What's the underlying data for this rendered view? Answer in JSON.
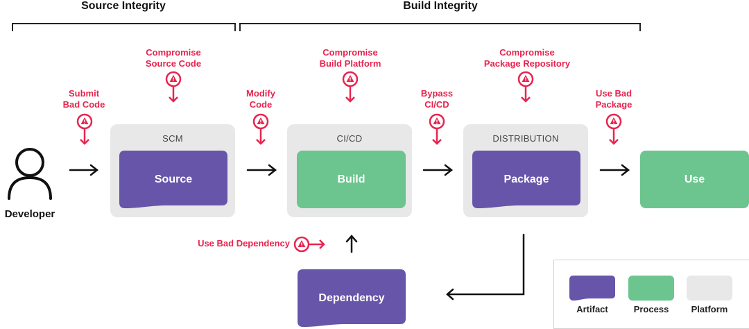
{
  "headings": {
    "source_integrity": "Source Integrity",
    "build_integrity": "Build Integrity"
  },
  "developer": {
    "label": "Developer"
  },
  "stages": {
    "scm": {
      "container_label": "SCM",
      "artifact_label": "Source"
    },
    "cicd": {
      "container_label": "CI/CD",
      "process_label": "Build"
    },
    "distribution": {
      "container_label": "DISTRIBUTION",
      "artifact_label": "Package"
    },
    "use": {
      "process_label": "Use"
    },
    "dependency": {
      "artifact_label": "Dependency"
    }
  },
  "threats": {
    "submit_bad_code": [
      "Submit",
      "Bad Code"
    ],
    "compromise_source": [
      "Compromise",
      "Source Code"
    ],
    "modify_code": [
      "Modify",
      "Code"
    ],
    "compromise_build": [
      "Compromise",
      "Build Platform"
    ],
    "bypass_cicd": [
      "Bypass",
      "CI/CD"
    ],
    "compromise_repo": [
      "Compromise",
      "Package Repository"
    ],
    "use_bad_package": [
      "Use Bad",
      "Package"
    ],
    "use_bad_dependency": "Use Bad Dependency"
  },
  "legend": {
    "artifact": "Artifact",
    "process": "Process",
    "platform": "Platform"
  },
  "colors": {
    "artifact": "#6655a8",
    "process": "#6cc58e",
    "platform": "#e8e8e8",
    "threat": "#e8244e",
    "arrow": "#111111"
  }
}
